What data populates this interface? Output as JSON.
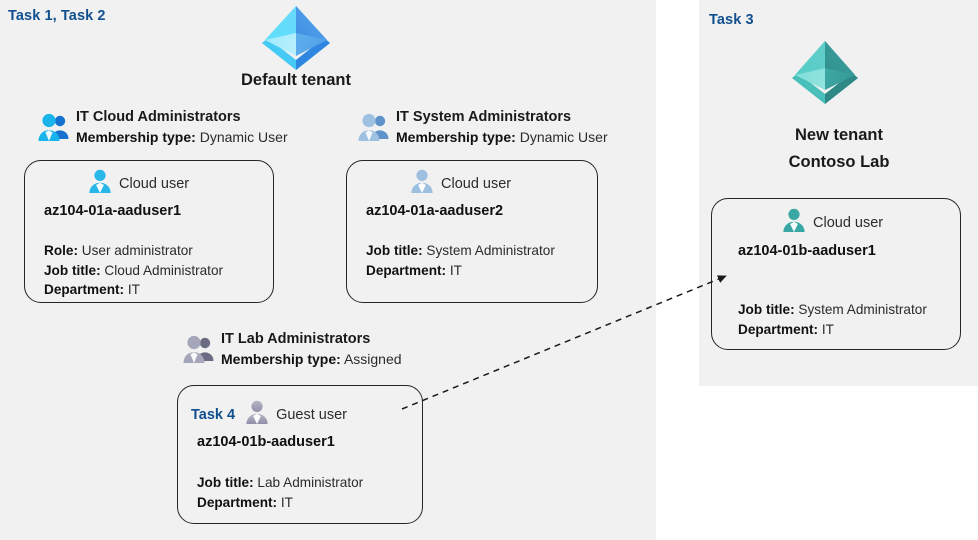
{
  "panels": {
    "left": {
      "task_label": "Task 1, Task 2"
    },
    "right": {
      "task_label": "Task 3"
    }
  },
  "tenants": [
    {
      "name": "default-tenant",
      "caption": "Default tenant",
      "color": "#4aa8f0",
      "icon": "azure-tenant-icon"
    },
    {
      "name": "new-tenant",
      "caption_line1": "New  tenant",
      "caption_line2": "Contoso Lab",
      "color": "#3fb5b0",
      "icon": "azure-tenant-icon"
    }
  ],
  "groups": [
    {
      "id": "it-cloud-administrators",
      "title": "IT Cloud Administrators",
      "membership_label": "Membership type:",
      "membership_value": "Dynamic User",
      "icon": "group-users-icon",
      "icon_color": "#1ab0e8"
    },
    {
      "id": "it-system-administrators",
      "title": "IT System Administrators",
      "membership_label": "Membership type:",
      "membership_value": "Dynamic User",
      "icon": "group-users-icon",
      "icon_color": "#8fb4da"
    },
    {
      "id": "it-lab-administrators",
      "title": "IT Lab Administrators",
      "membership_label": "Membership type:",
      "membership_value": "Assigned",
      "icon": "group-users-icon",
      "icon_color": "#9a9ab0"
    }
  ],
  "cards": [
    {
      "id": "card-aaduser1-cloud",
      "user_type": "Cloud user",
      "icon": "cloud-user-icon",
      "icon_color": "#29b6e8",
      "name": "az104-01a-aaduser1",
      "props": [
        {
          "label": "Role:",
          "value": "User administrator"
        },
        {
          "label": "Job title:",
          "value": "Cloud Administrator"
        },
        {
          "label": "Department:",
          "value": "IT"
        }
      ]
    },
    {
      "id": "card-aaduser2-cloud",
      "user_type": "Cloud user",
      "icon": "cloud-user-icon",
      "icon_color": "#9dc0e0",
      "name": "az104-01a-aaduser2",
      "props": [
        {
          "label": "Job title:",
          "value": "System Administrator"
        },
        {
          "label": "Department:",
          "value": "IT"
        }
      ]
    },
    {
      "id": "card-aaduser1b-guest",
      "task_inline": "Task 4",
      "user_type": "Guest user",
      "icon": "guest-user-icon",
      "icon_color": "#9a9ab0",
      "name": "az104-01b-aaduser1",
      "props": [
        {
          "label": "Job title:",
          "value": "Lab Administrator"
        },
        {
          "label": "Department:",
          "value": "IT"
        }
      ]
    },
    {
      "id": "card-aaduser1b-cloud",
      "user_type": "Cloud user",
      "icon": "cloud-user-icon",
      "icon_color": "#39a8a4",
      "name": "az104-01b-aaduser1",
      "props": [
        {
          "label": "Job title:",
          "value": "System Administrator"
        },
        {
          "label": "Department:",
          "value": "IT"
        }
      ]
    }
  ],
  "connector": {
    "name": "guest-to-cloud-user-arrow",
    "style": "dashed",
    "color": "#1a1a1a"
  },
  "colors": {
    "panel_background": "#f1f1f1",
    "task_accent": "#11508f",
    "card_border": "#262626",
    "text": "#1a1a1a"
  }
}
